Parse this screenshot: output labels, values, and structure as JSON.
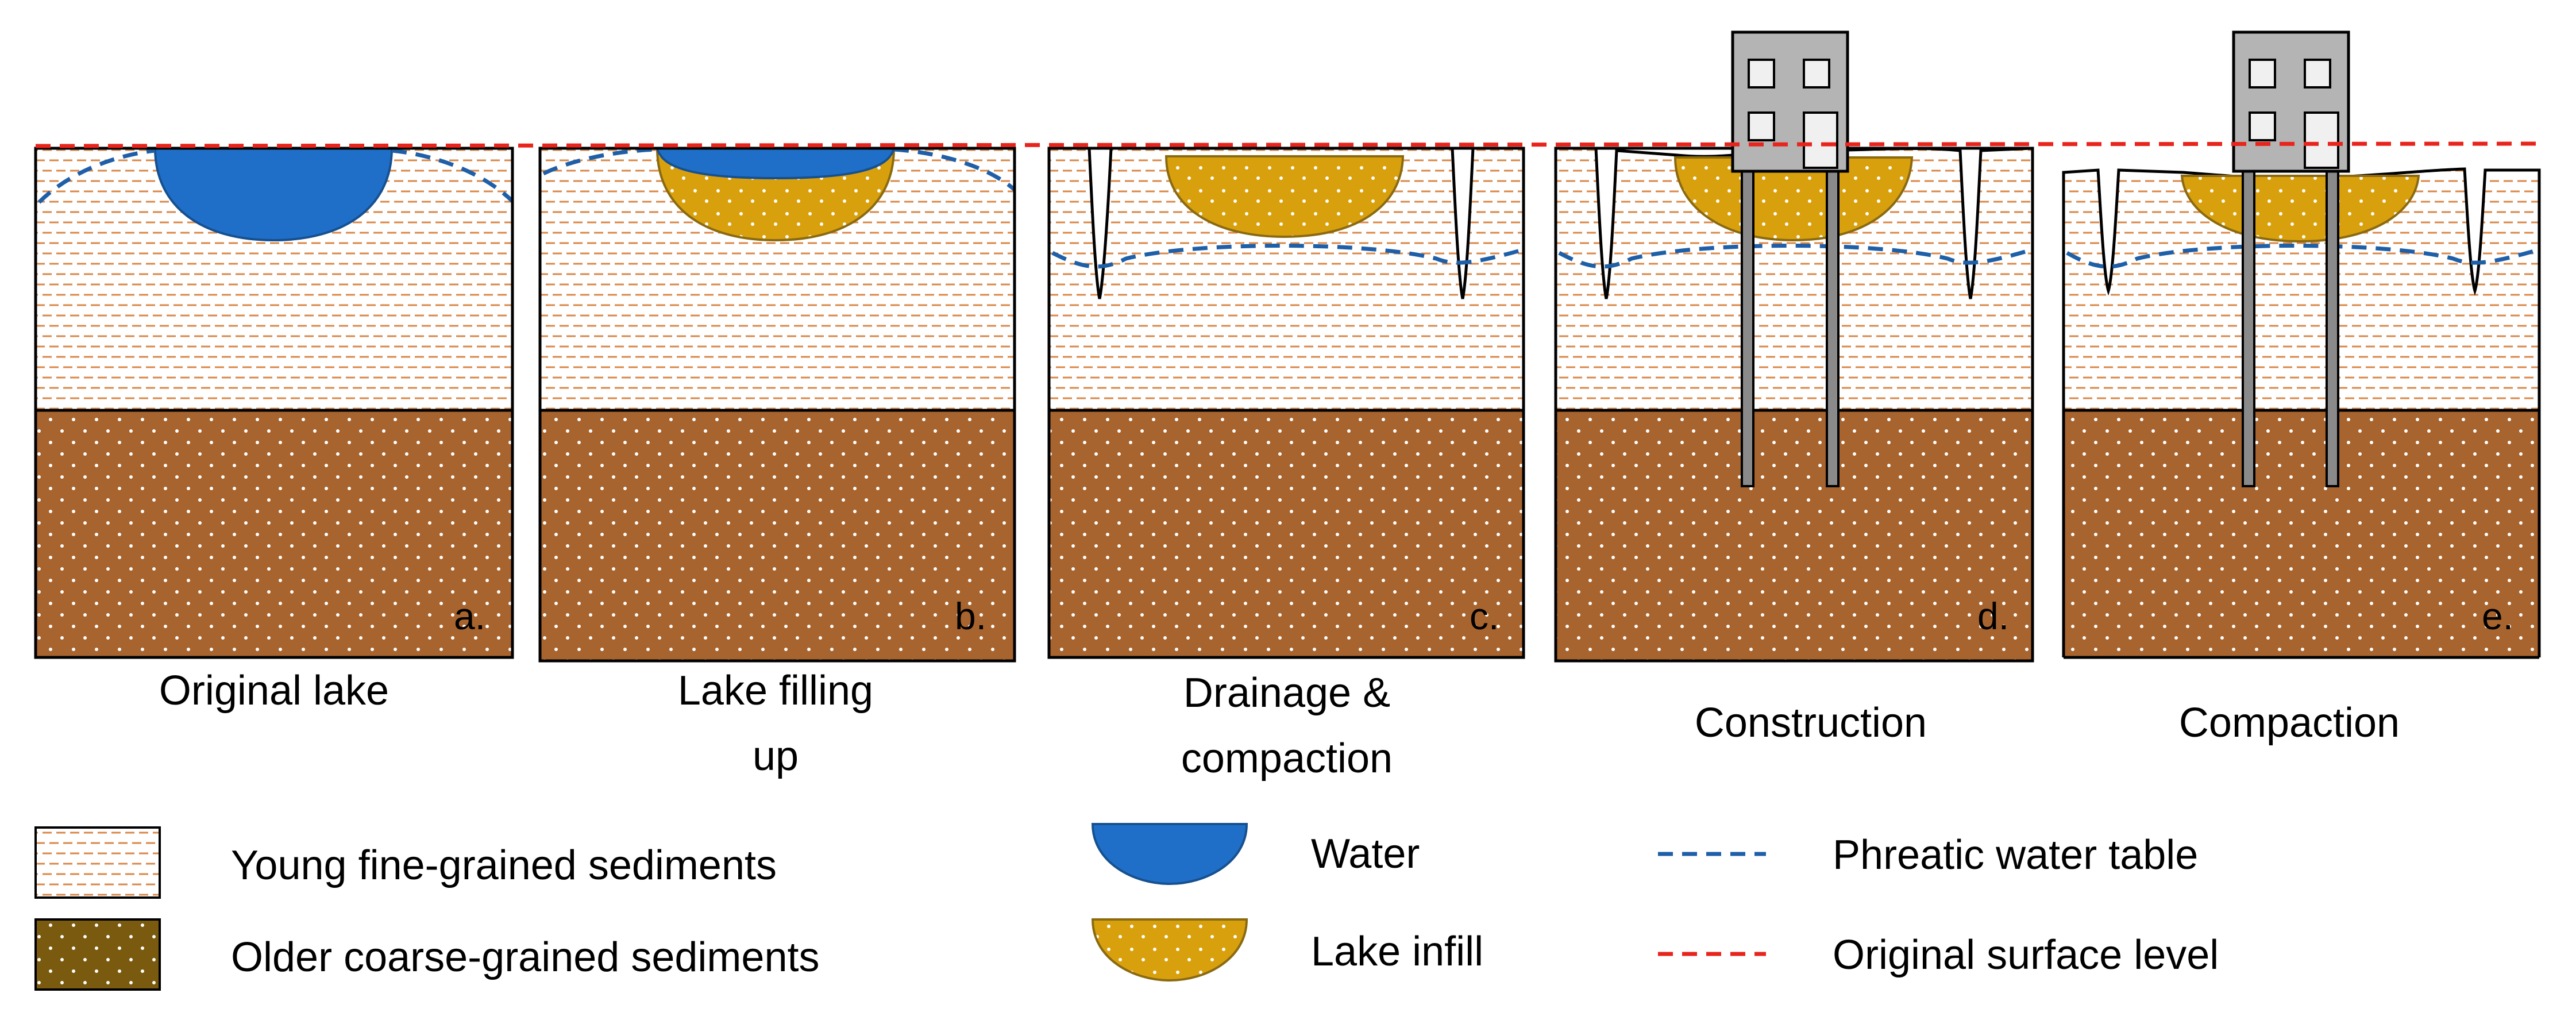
{
  "panels": [
    {
      "letter": "a.",
      "caption": [
        "Original lake"
      ]
    },
    {
      "letter": "b.",
      "caption": [
        "Lake filling",
        "up"
      ]
    },
    {
      "letter": "c.",
      "caption": [
        "Drainage &",
        "compaction"
      ]
    },
    {
      "letter": "d.",
      "caption": [
        "Construction"
      ]
    },
    {
      "letter": "e.",
      "caption": [
        "Compaction"
      ]
    }
  ],
  "legend": {
    "young_sediments": "Young fine-grained sediments",
    "older_sediments": "Older coarse-grained sediments",
    "water": "Water",
    "lake_infill": "Lake infill",
    "phreatic_water_table": "Phreatic water table",
    "original_surface_level": "Original surface level"
  },
  "colors": {
    "water": "#1f6fc9",
    "water_table": "#1f5fa8",
    "lake_infill": "#d9a00e",
    "older_sediment": "#a8642e",
    "legend_older_sediment": "#7a5a0e",
    "young_sediment_dash": "#d9884a",
    "surface_line": "#e8251c",
    "building": "#b4b4b4",
    "pile": "#8a8a8a"
  }
}
